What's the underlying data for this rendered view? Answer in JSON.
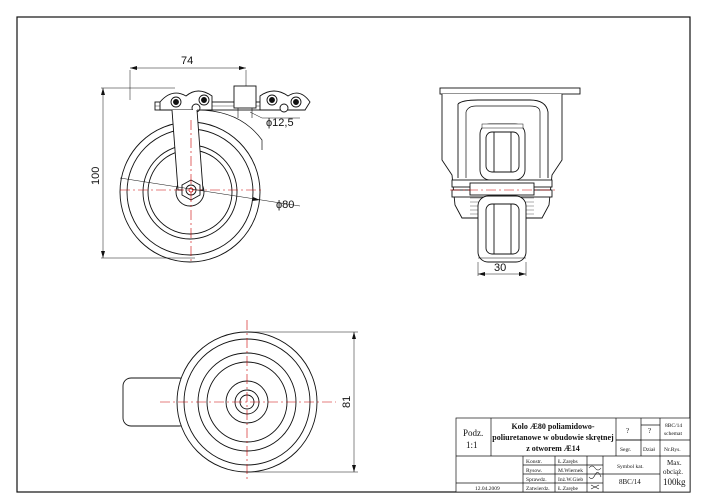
{
  "drawing": {
    "dimensions": {
      "width_top": "74",
      "height_side": "100",
      "bore": "ϕ12,5",
      "wheel_diameter": "ϕ80",
      "wheel_width": "30",
      "bottom_height": "81"
    }
  },
  "title_block": {
    "scale_label": "Podz.",
    "scale_value": "1:1",
    "title_lines": [
      "Kolo Æ80 poliamidowo-",
      "poliuretanowe w obudowie skrętnej",
      "z otworem Æ14"
    ],
    "q1": "?",
    "q2": "?",
    "segr_label": "Segr.",
    "dzial_label": "Dział",
    "code": "8BC/14",
    "code_sub": "schemat",
    "nr_rys_label": "Nr.Rys.",
    "rows": [
      {
        "label": "Konstr.",
        "name": "Ł.Zarębs"
      },
      {
        "label": "Rysow.",
        "name": "M.Wiernek"
      },
      {
        "label": "Sprawdz.",
        "name": "Inż.W.Gieb"
      },
      {
        "label": "Zatwierdz.",
        "name": "Ł.Zarębe"
      }
    ],
    "date": "12.04.2009",
    "symbol_label": "Symbol kat.",
    "symbol_value": "8BC/14",
    "load_label_1": "Max.",
    "load_label_2": "obciąż.",
    "load_value": "100kg"
  }
}
